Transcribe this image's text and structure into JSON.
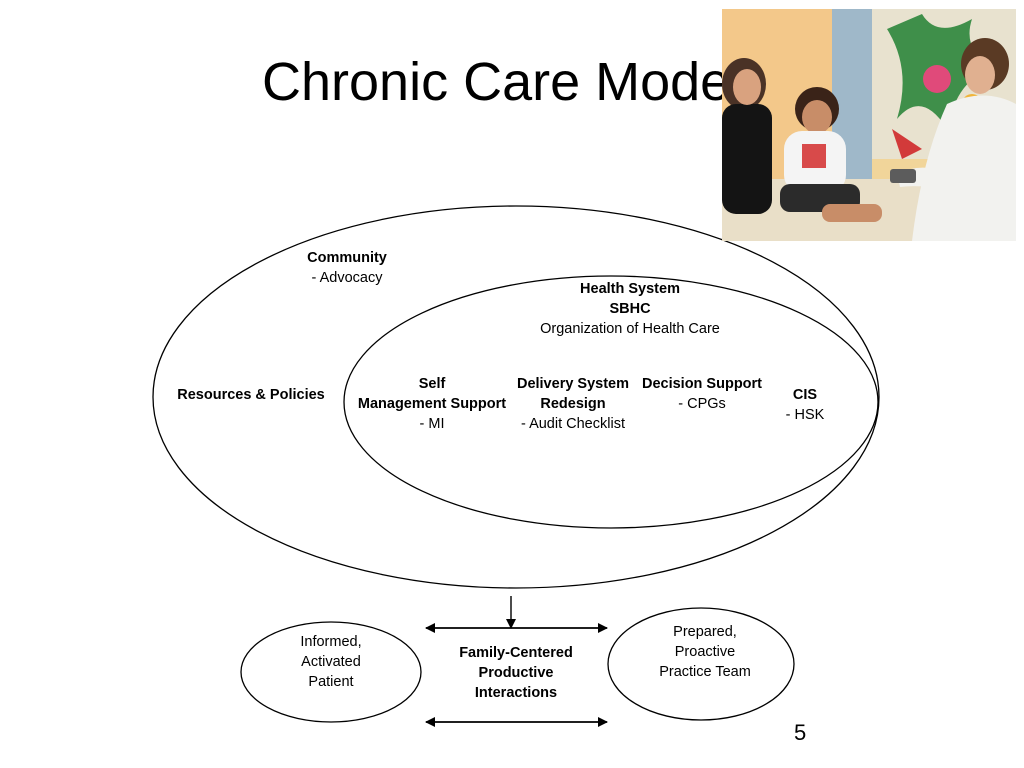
{
  "slide": {
    "title": "Chronic Care Model",
    "page_number": "5"
  },
  "community": {
    "heading": "Community",
    "item": "- Advocacy"
  },
  "resources": {
    "heading": "Resources & Policies"
  },
  "health_system": {
    "heading": "Health System",
    "subheading": "SBHC",
    "note": "Organization of Health Care"
  },
  "self_management": {
    "heading_line1": "Self",
    "heading_line2": "Management Support",
    "item": "- MI"
  },
  "delivery_system": {
    "heading_line1": "Delivery System",
    "heading_line2": "Redesign",
    "item": "- Audit Checklist"
  },
  "decision_support": {
    "heading": "Decision Support",
    "item": "- CPGs"
  },
  "cis": {
    "heading": "CIS",
    "item": "- HSK"
  },
  "patient": {
    "line1": "Informed,",
    "line2": "Activated",
    "line3": "Patient"
  },
  "interactions": {
    "line1": "Family-Centered",
    "line2": "Productive",
    "line3": "Interactions"
  },
  "team": {
    "line1": "Prepared,",
    "line2": "Proactive",
    "line3": "Practice Team"
  }
}
